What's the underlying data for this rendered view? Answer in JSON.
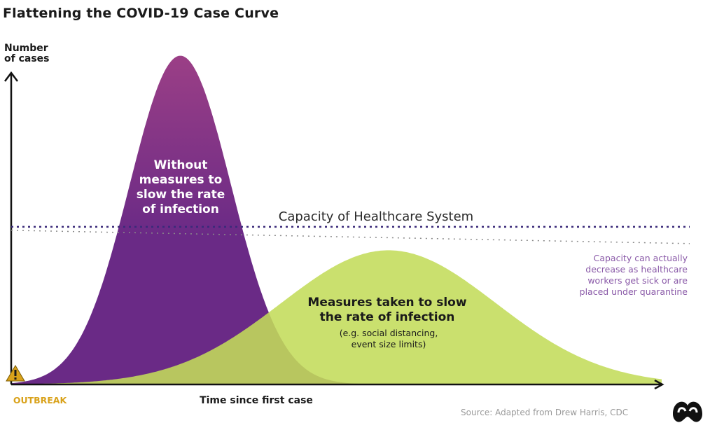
{
  "title": "Flattening the COVID-19 Case Curve",
  "source": "Source: Adapted from Drew Harris, CDC",
  "logo_icon": "statista-logo-icon",
  "warning_icon": "warning-triangle-icon",
  "colors": {
    "unmitigated": "#6a2a86",
    "unmitigated_top": "#9b3f86",
    "mitigated": "#c3dc5a",
    "capacity_line": "#3a2a7a",
    "decrease_note": "#8a5aa8",
    "outbreak": "#d9a21b",
    "axis": "#111111"
  },
  "chart_data": {
    "type": "area",
    "ylabel": "Number\nof cases",
    "xlabel": "Time since first case",
    "x_marker": "OUTBREAK",
    "series": [
      {
        "label": "Without\nmeasures to\nslow the rate\nof infection",
        "peak_x": 0.26,
        "peak_y": 0.98,
        "width": 0.078
      },
      {
        "label": "Measures taken to slow\nthe rate of infection",
        "sublabel": "(e.g. social distancing,\nevent size limits)",
        "peak_x": 0.58,
        "peak_y": 0.4,
        "width": 0.165
      }
    ],
    "capacity": {
      "label": "Capacity of Healthcare System",
      "level": 0.47,
      "decreased_level_end": 0.42
    },
    "annotation": "Capacity can actually\ndecrease as healthcare\nworkers get sick or are\nplaced under quarantine"
  }
}
